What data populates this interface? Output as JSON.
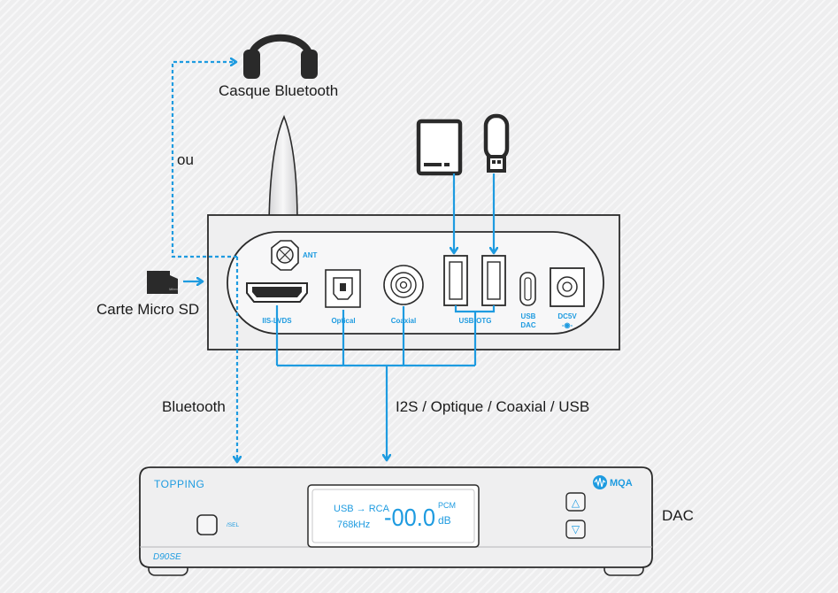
{
  "labels": {
    "headphones": "Casque Bluetooth",
    "or": "ou",
    "sd_card": "Carte Micro SD",
    "bluetooth": "Bluetooth",
    "inputs": "I2S / Optique / Coaxial / USB",
    "dac": "DAC"
  },
  "sd_card_mark": "Micro",
  "source_device": {
    "antenna": "ANT",
    "ports": [
      "IIS-LVDS",
      "Optical",
      "Coaxial",
      "USB-OTG"
    ],
    "usb_dac": [
      "USB",
      "DAC"
    ],
    "dc": [
      "DC5V",
      "-◉-"
    ]
  },
  "dac_device": {
    "brand": "TOPPING",
    "model": "D90SE",
    "badge": "MQA",
    "sel_label": "/SEL",
    "display": {
      "route": "USB → RCA",
      "rate": "768kHz",
      "volume": "-00.0",
      "unit_top": "PCM",
      "unit_bottom": "dB"
    },
    "up_symbol": "△",
    "down_symbol": "▽"
  },
  "colors": {
    "accent": "#1e9be0",
    "outline": "#2b2b2b",
    "device_fill": "#efeff0",
    "icon": "#2a2a2a"
  },
  "icons": [
    "headphones-icon",
    "usb-drive-icon",
    "usb-stick-icon",
    "microsd-icon",
    "mqa-logo-icon"
  ]
}
